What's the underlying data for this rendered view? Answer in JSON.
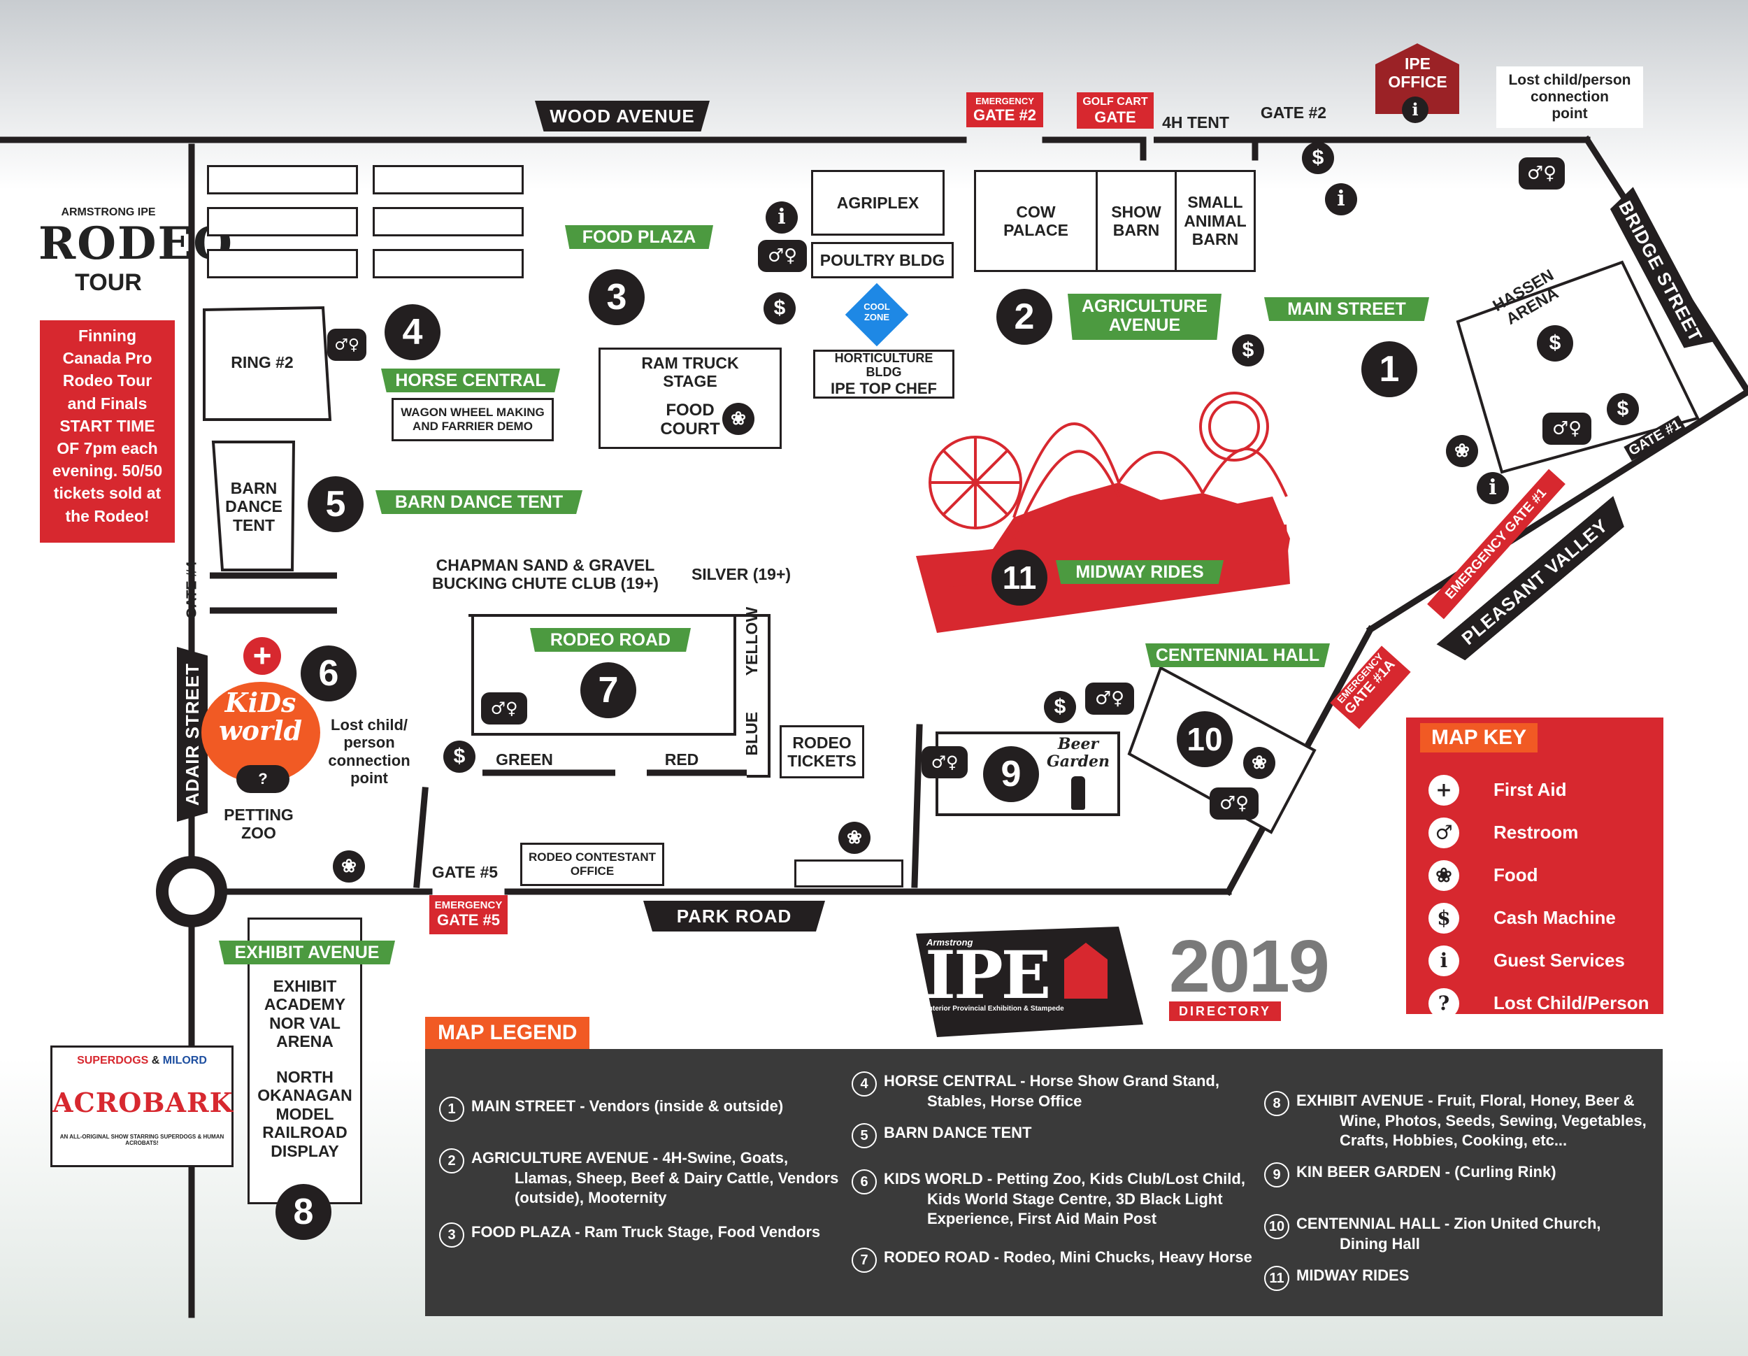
{
  "roads": {
    "wood_avenue": "WOOD AVENUE",
    "park_road": "PARK ROAD",
    "adair_street": "ADAIR STREET",
    "bridge_street": "BRIDGE STREET",
    "pleasant_valley_road": "PLEASANT VALLEY ROAD"
  },
  "gates": {
    "emergency_gate_2": [
      "EMERGENCY",
      "GATE #2"
    ],
    "golf_cart_gate": [
      "GOLF CART",
      "GATE"
    ],
    "gate_2": "GATE #2",
    "gate_1": "GATE #1",
    "emergency_gate_1": "EMERGENCY GATE #1",
    "emergency_gate_1a": [
      "EMERGENCY",
      "GATE #1A"
    ],
    "gate_4": "GATE #4",
    "gate_5": "GATE #5",
    "emergency_gate_5": [
      "EMERGENCY",
      "GATE #5"
    ]
  },
  "ipe_office": [
    "IPE",
    "OFFICE"
  ],
  "lost_child_top": [
    "Lost child/person",
    "connection",
    "point"
  ],
  "rodeo_logo": {
    "line1": "ARMSTRONG IPE",
    "line2": "RODEO",
    "line3": "TOUR"
  },
  "rodeo_promo": [
    "Finning",
    "Canada Pro",
    "Rodeo Tour",
    "and Finals",
    "START TIME",
    "OF 7pm each",
    "evening. 50/50",
    "tickets sold at",
    "the Rodeo!"
  ],
  "buildings": {
    "agriplex": "AGRIPLEX",
    "poultry": "POULTRY BLDG",
    "cow_palace": [
      "COW",
      "PALACE"
    ],
    "show_barn": [
      "SHOW",
      "BARN"
    ],
    "small_animal_barn": [
      "SMALL",
      "ANIMAL",
      "BARN"
    ],
    "four_h_tent": "4H TENT",
    "hassen_arena": [
      "HASSEN",
      "ARENA"
    ],
    "ring2": "RING #2",
    "wagon_wheel": [
      "WAGON WHEEL MAKING",
      "AND FARRIER DEMO"
    ],
    "ram_truck_stage": [
      "RAM TRUCK",
      "STAGE"
    ],
    "food_court": [
      "FOOD",
      "COURT"
    ],
    "horticulture": [
      "HORTICULTURE BLDG",
      "IPE TOP CHEF"
    ],
    "cool_zone": [
      "COOL",
      "ZONE"
    ],
    "barn_dance_tent": [
      "BARN",
      "DANCE",
      "TENT"
    ],
    "bucking_chute": [
      "CHAPMAN SAND & GRAVEL",
      "BUCKING CHUTE CLUB (19+)"
    ],
    "silver": "SILVER (19+)",
    "yellow": "YELLOW",
    "blue": "BLUE",
    "green": "GREEN",
    "red": "RED",
    "rodeo_tickets": [
      "RODEO",
      "TICKETS"
    ],
    "rodeo_contestant_office": [
      "RODEO CONTESTANT",
      "OFFICE"
    ],
    "beer_garden": [
      "Beer",
      "Garden"
    ],
    "kids_world": [
      "KiDs",
      "world"
    ],
    "lost_child_kids": [
      "Lost child/",
      "person",
      "connection",
      "point"
    ],
    "petting_zoo": [
      "PETTING",
      "ZOO"
    ],
    "exhibit_block": [
      "EXHIBIT",
      "ACADEMY",
      "NOR VAL",
      "ARENA",
      "",
      "NORTH",
      "OKANAGAN",
      "MODEL",
      "RAILROAD",
      "DISPLAY"
    ]
  },
  "areas": {
    "food_plaza": "FOOD PLAZA",
    "agriculture_avenue": [
      "AGRICULTURE",
      "AVENUE"
    ],
    "main_street": "MAIN STREET",
    "horse_central": "HORSE CENTRAL",
    "barn_dance_tent": "BARN DANCE TENT",
    "rodeo_road": "RODEO ROAD",
    "midway_rides": "MIDWAY RIDES",
    "centennial_hall": "CENTENNIAL HALL",
    "exhibit_avenue": "EXHIBIT AVENUE"
  },
  "numbers": [
    "1",
    "2",
    "3",
    "4",
    "5",
    "6",
    "7",
    "8",
    "9",
    "10",
    "11"
  ],
  "ipe_logo": {
    "small": "Armstrong",
    "big": "IPE",
    "sub": "Interior Provincial Exhibition & Stampede"
  },
  "year": "2019",
  "directory": "DIRECTORY",
  "acrobark": {
    "line1": "SUPERDOGS",
    "amp": "&",
    "line2": "MILORD",
    "title": "ACROBARK",
    "caption": "AN ALL-ORIGINAL SHOW STARRING SUPERDOGS & HUMAN ACROBATS!"
  },
  "map_key": {
    "title": "MAP KEY",
    "items": [
      {
        "icon": "+",
        "label": "First Aid"
      },
      {
        "icon": "♂",
        "label": "Restroom"
      },
      {
        "icon": "❀",
        "label": "Food"
      },
      {
        "icon": "$",
        "label": "Cash Machine"
      },
      {
        "icon": "i",
        "label": "Guest Services"
      },
      {
        "icon": "?",
        "label": "Lost Child/Person"
      }
    ]
  },
  "legend": {
    "title": "MAP LEGEND",
    "items": [
      {
        "num": "1",
        "lines": [
          "MAIN STREET - Vendors (inside & outside)"
        ]
      },
      {
        "num": "2",
        "lines": [
          "AGRICULTURE AVENUE - 4H-Swine, Goats,",
          "Llamas, Sheep, Beef & Dairy Cattle, Vendors",
          "(outside), Mooternity"
        ]
      },
      {
        "num": "3",
        "lines": [
          "FOOD PLAZA - Ram Truck Stage, Food Vendors"
        ]
      },
      {
        "num": "4",
        "lines": [
          "HORSE CENTRAL - Horse Show Grand Stand,",
          "Stables, Horse Office"
        ]
      },
      {
        "num": "5",
        "lines": [
          "BARN DANCE TENT"
        ]
      },
      {
        "num": "6",
        "lines": [
          "KIDS WORLD - Petting Zoo, Kids Club/Lost Child,",
          "Kids World Stage Centre, 3D Black Light",
          "Experience,  First Aid Main Post"
        ]
      },
      {
        "num": "7",
        "lines": [
          "RODEO ROAD - Rodeo, Mini Chucks, Heavy Horse"
        ]
      },
      {
        "num": "8",
        "lines": [
          "EXHIBIT AVENUE - Fruit, Floral, Honey, Beer &",
          "Wine, Photos, Seeds, Sewing, Vegetables,",
          "Crafts, Hobbies, Cooking, etc..."
        ]
      },
      {
        "num": "9",
        "lines": [
          "KIN BEER GARDEN - (Curling Rink)"
        ]
      },
      {
        "num": "10",
        "lines": [
          "CENTENNIAL HALL - Zion United Church,",
          "Dining Hall"
        ]
      },
      {
        "num": "11",
        "lines": [
          "MIDWAY RIDES"
        ]
      }
    ]
  },
  "colors": {
    "red": "#d7282f",
    "green": "#4c9a40",
    "dark": "#231f20",
    "orange": "#f15a24",
    "legend_bg": "#3a3a3a"
  }
}
